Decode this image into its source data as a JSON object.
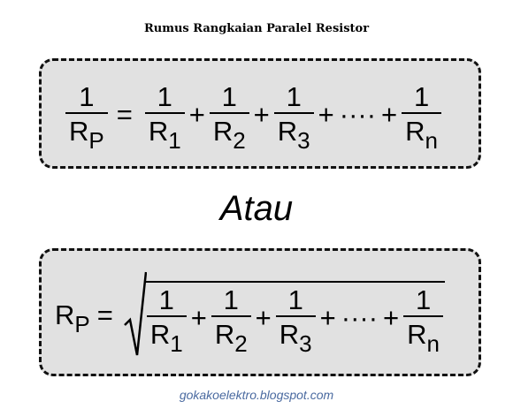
{
  "title": "Rumus Rangkaian Paralel Resistor",
  "separator": "Atau",
  "watermark": "gokakoelektro.blogspot.com",
  "formula1": {
    "lhs": {
      "num": "1",
      "den": "R",
      "den_sub": "P"
    },
    "eq": "=",
    "terms": [
      {
        "num": "1",
        "den": "R",
        "sub": "1"
      },
      {
        "num": "1",
        "den": "R",
        "sub": "2"
      },
      {
        "num": "1",
        "den": "R",
        "sub": "3"
      },
      {
        "num": "1",
        "den": "R",
        "sub": "n"
      }
    ],
    "plus": "+",
    "dots": "····"
  },
  "formula2": {
    "lhs": "R",
    "lhs_sub": "P",
    "eq": "=",
    "terms": [
      {
        "num": "1",
        "den": "R",
        "sub": "1"
      },
      {
        "num": "1",
        "den": "R",
        "sub": "2"
      },
      {
        "num": "1",
        "den": "R",
        "sub": "3"
      },
      {
        "num": "1",
        "den": "R",
        "sub": "n"
      }
    ],
    "plus": "+",
    "dots": "····"
  }
}
